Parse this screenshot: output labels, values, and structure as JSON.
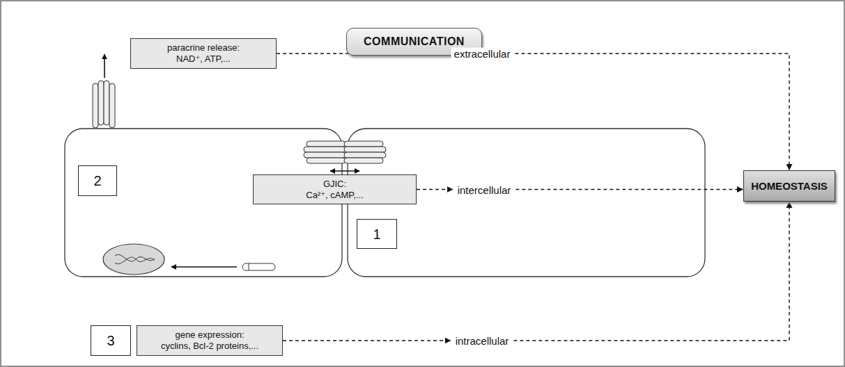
{
  "diagram": {
    "nodes": [
      {
        "text": [
          "COMMUNICATION"
        ]
      },
      {
        "text": [
          "paracrine release: NAD⁺, ATP,..."
        ]
      },
      {
        "text": [
          "2"
        ]
      },
      {
        "text": [
          "GJIC: Ca²⁺, cAMP,..."
        ]
      },
      {
        "text": [
          "1"
        ]
      },
      {
        "text": [
          "HOMEOSTASIS"
        ]
      },
      {
        "text": [
          "3"
        ]
      },
      {
        "text": [
          "gene expression: cyclins, Bcl-2 proteins,..."
        ]
      }
    ],
    "edges": [
      {
        "from": 1,
        "to": 5,
        "label": "extracellular",
        "arrow": "to"
      },
      {
        "from": 3,
        "to": 5,
        "label": "intercellular",
        "arrow": "to"
      },
      {
        "from": 7,
        "to": 5,
        "label": "intracellular",
        "arrow": "to"
      }
    ]
  }
}
